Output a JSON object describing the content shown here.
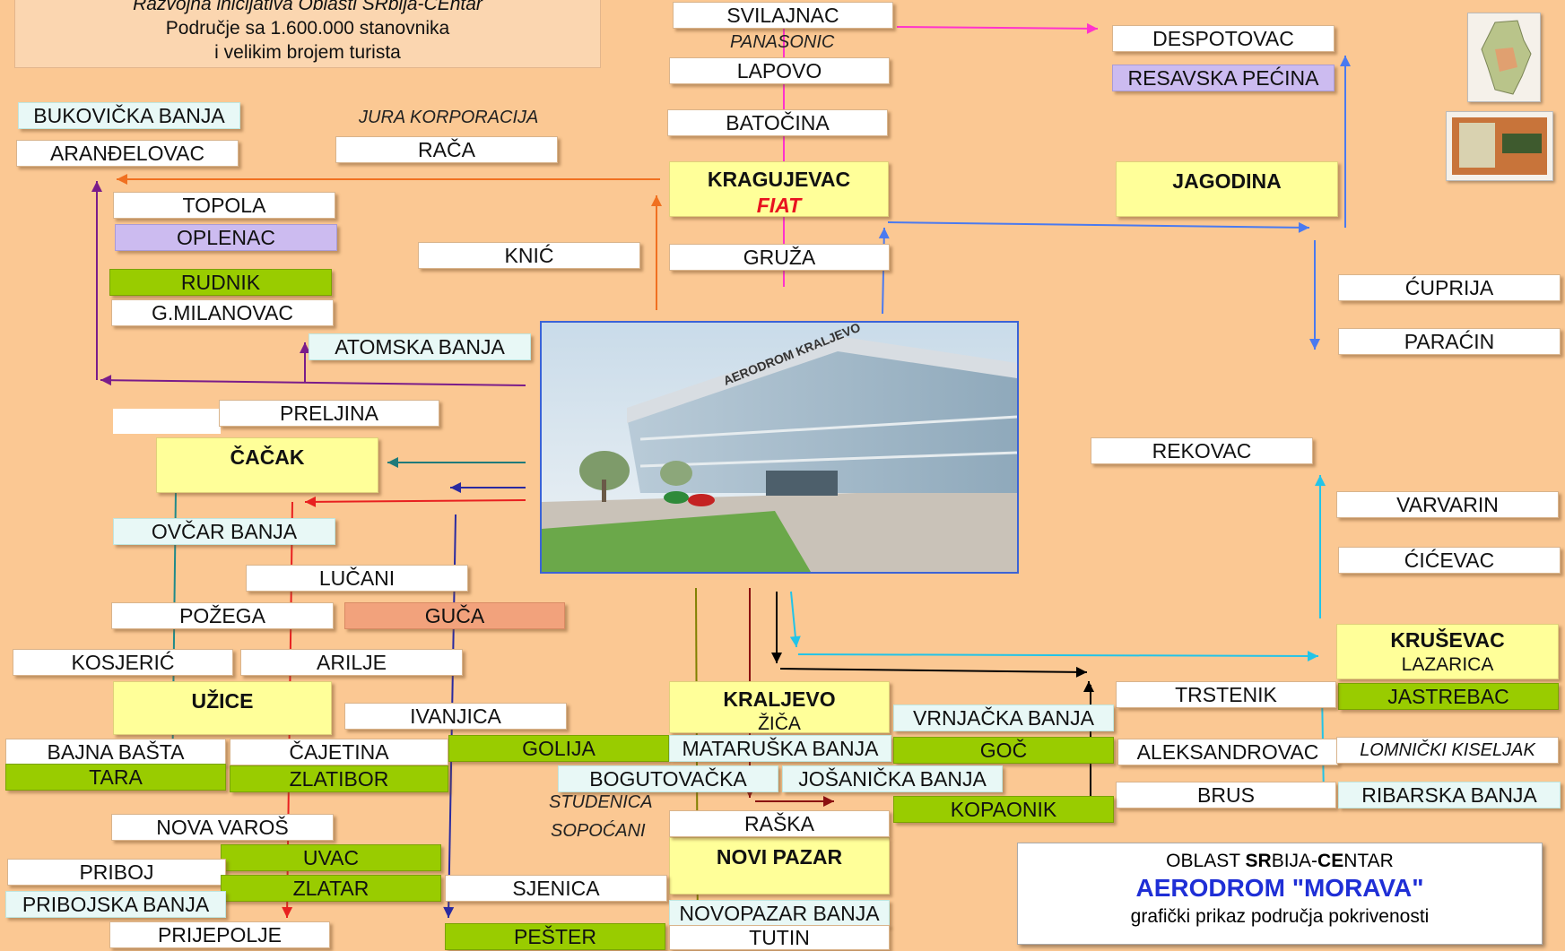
{
  "header": {
    "line1": "Razvojna inicijativa Oblasti SRbija-CEntar",
    "line2": "Područje sa 1.600.000 stanovnika",
    "line3": "i velikim brojem turista"
  },
  "legend": {
    "line1_a": "OBLAST ",
    "line1_b": "SR",
    "line1_c": "BIJA-",
    "line1_d": "CE",
    "line1_e": "NTAR",
    "title": "AERODROM \"MORAVA\"",
    "subtitle": "grafički prikaz područja pokrivenosti"
  },
  "airport": {
    "sign": "AERODROM KRALJEVO"
  },
  "annotations": {
    "jura": "JURA KORPORACIJA",
    "panasonic": "PANASONIC",
    "studenica": "STUDENICA",
    "sopocani": "SOPOĆANI"
  },
  "hubs": {
    "kragujevac": {
      "name": "KRAGUJEVAC",
      "sub": "FIAT"
    },
    "jagodina": {
      "name": "JAGODINA"
    },
    "cacak": {
      "name": "ČAČAK"
    },
    "uzice": {
      "name": "UŽICE"
    },
    "kraljevo": {
      "name": "KRALJEVO",
      "sub": "ŽIČA"
    },
    "novi_pazar": {
      "name": "NOVI PAZAR"
    },
    "krusevac": {
      "name": "KRUŠEVAC",
      "sub": "LAZARICA"
    }
  },
  "places": {
    "svilajnac": "SVILAJNAC",
    "lapovo": "LAPOVO",
    "batocina": "BATOČINA",
    "gruza": "GRUŽA",
    "despotovac": "DESPOTOVAC",
    "resavska": "RESAVSKA PEĆINA",
    "bukovicka": "BUKOVIČKA BANJA",
    "arandjelovac": "ARANĐELOVAC",
    "raca": "RAČA",
    "topola": "TOPOLA",
    "oplenac": "OPLENAC",
    "knic": "KNIĆ",
    "rudnik": "RUDNIK",
    "gmilanovac": "G.MILANOVAC",
    "atomska": "ATOMSKA BANJA",
    "preljina": "PRELJINA",
    "ovcar": "OVČAR BANJA",
    "lucani": "LUČANI",
    "pozega": "POŽEGA",
    "guca": "GUČA",
    "kosjeric": "KOSJERIĆ",
    "arilje": "ARILJE",
    "ivanjica": "IVANJICA",
    "bajna": "BAJNA BAŠTA",
    "cajetina": "ČAJETINA",
    "golija": "GOLIJA",
    "tara": "TARA",
    "zlatibor": "ZLATIBOR",
    "nova_varos": "NOVA VAROŠ",
    "uvac": "UVAC",
    "priboj": "PRIBOJ",
    "zlatar": "ZLATAR",
    "pribojska": "PRIBOJSKA BANJA",
    "prijepolje": "PRIJEPOLJE",
    "sjenica": "SJENICA",
    "pester": "PEŠTER",
    "cuprija": "ĆUPRIJA",
    "paracin": "PARAĆIN",
    "rekovac": "REKOVAC",
    "varvarin": "VARVARIN",
    "cicevac": "ĆIĆEVAC",
    "jastrebac": "JASTREBAC",
    "trstenik": "TRSTENIK",
    "aleksandrovac": "ALEKSANDROVAC",
    "lomnicki": "LOMNIČKI KISELJAK",
    "brus": "BRUS",
    "ribarska": "RIBARSKA BANJA",
    "vrnjacka": "VRNJAČKA BANJA",
    "mataruska": "MATARUŠKA BANJA",
    "goc": "GOČ",
    "bogutovacka": "BOGUTOVAČKA",
    "josanicka": "JOŠANIČKA BANJA",
    "kopaonik": "KOPAONIK",
    "raska": "RAŠKA",
    "novopazar_banja": "NOVOPAZAR BANJA",
    "tutin": "TUTIN"
  },
  "colors": {
    "background": "#fbc893",
    "hub": "#ffff99",
    "green": "#99cc00",
    "aqua": "#e8f8f6",
    "violet": "#ccbbf0",
    "salmon": "#f2a27c",
    "legend_title": "#1f2fd6"
  },
  "thumbnails": [
    "serbia-map-thumbnail",
    "region-map-thumbnail"
  ]
}
